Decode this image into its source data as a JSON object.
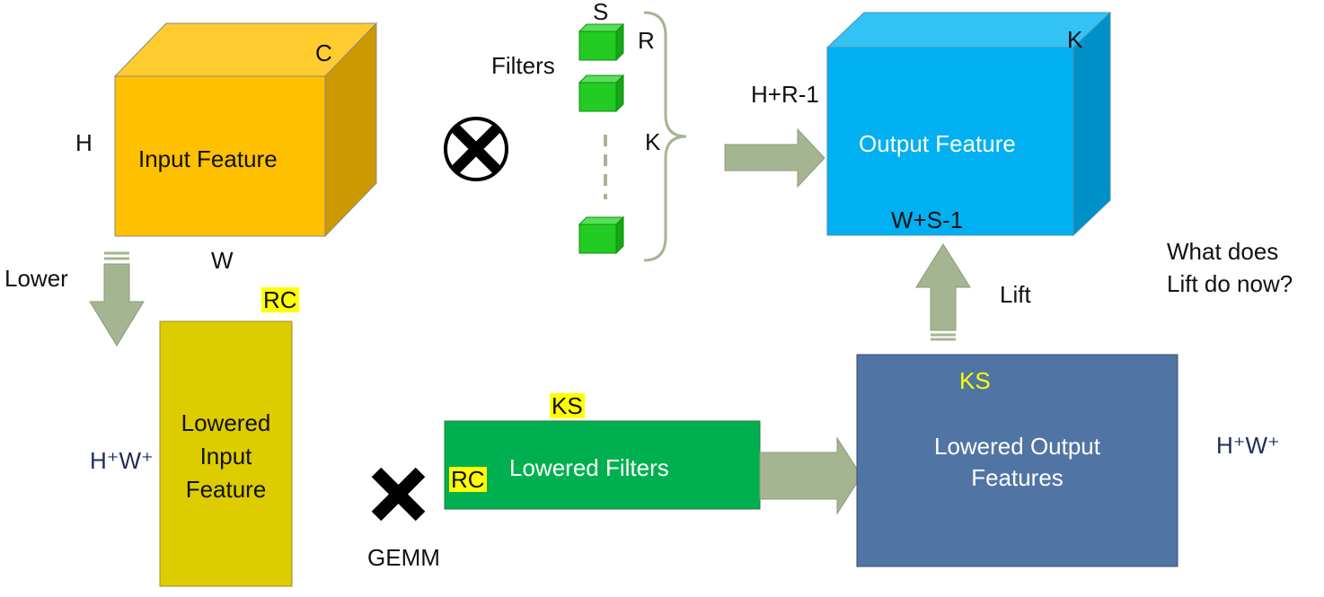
{
  "input_cube": {
    "label": "Input Feature",
    "dim_c": "C",
    "dim_h": "H",
    "dim_w": "W",
    "colors": {
      "front": "#ffc000",
      "top": "#ffcb2f",
      "side": "#cc9a00"
    }
  },
  "multiply_symbol": {
    "icon": "circled-x-icon"
  },
  "filters": {
    "label": "Filters",
    "dim_s": "S",
    "dim_r": "R",
    "dim_k": "K",
    "color": "#22cc22"
  },
  "output_cube": {
    "label": "Output Feature",
    "dim_k": "K",
    "dim_h": "H+R-1",
    "dim_w": "W+S-1",
    "colors": {
      "front": "#00b0f0",
      "top": "#33c2f4",
      "side": "#0090c8"
    }
  },
  "lower_arrow": {
    "label": "Lower"
  },
  "lift_arrow": {
    "label": "Lift"
  },
  "question": {
    "line1": "What does",
    "line2": "Lift do now?"
  },
  "lowered_input": {
    "line1": "Lowered",
    "line2": "Input",
    "line3": "Feature",
    "dim_rc": "RC",
    "dim_hw": "H⁺W⁺",
    "color": "#ddcc00"
  },
  "gemm": {
    "label": "GEMM",
    "icon": "x-mark-icon"
  },
  "lowered_filters": {
    "label": "Lowered Filters",
    "dim_ks": "KS",
    "dim_rc": "RC",
    "color": "#00b050"
  },
  "lowered_output": {
    "line1": "Lowered Output",
    "line2": "Features",
    "dim_ks": "KS",
    "dim_hw": "H⁺W⁺",
    "color": "#5075a4"
  },
  "arrow_color": "#a5b592"
}
